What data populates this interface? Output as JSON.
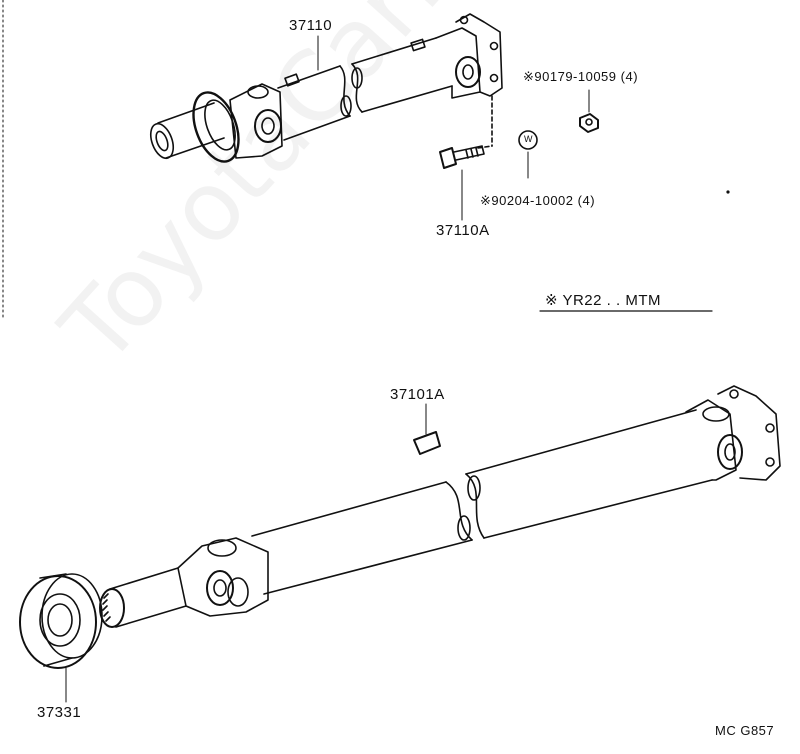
{
  "labels": {
    "part_37110": "37110",
    "part_90179": "※90179-10059 (4)",
    "part_90204": "※90204-10002 (4)",
    "part_37110A": "37110A",
    "note_yr22": "※  YR22 . . MTM",
    "part_37101A": "37101A",
    "part_37331": "37331",
    "figure_code": "MC G857",
    "washer_mark": "W"
  },
  "watermark": "ToyotaCarMine.ru",
  "colors": {
    "line": "#111111",
    "background": "#ffffff"
  }
}
